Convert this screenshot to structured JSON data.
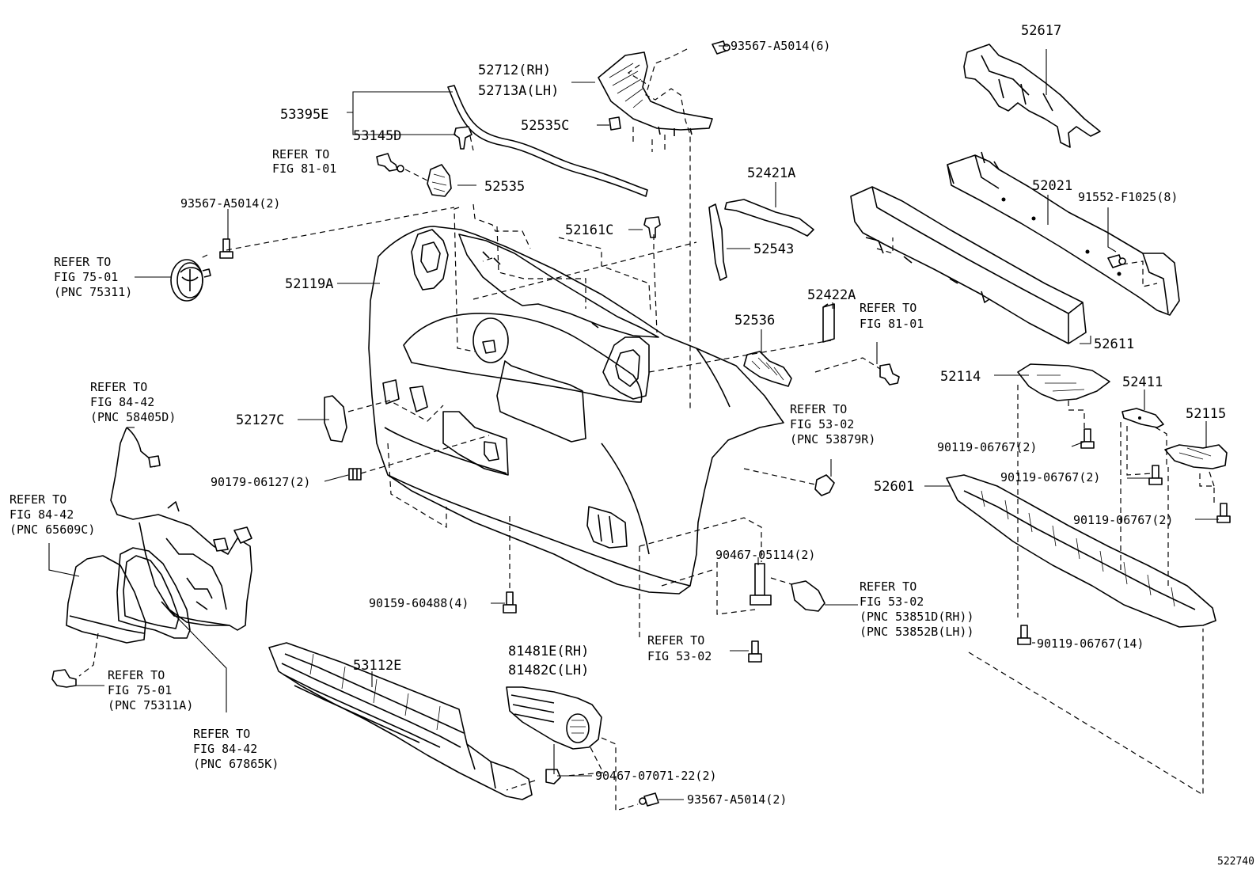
{
  "diagram_id": "522740",
  "parts": {
    "p52617": "52617",
    "p93567_a5014_6": "93567-A5014(6)",
    "p52712": "52712(RH)",
    "p52713a": "52713A(LH)",
    "p53395e": "53395E",
    "p53145d": "53145D",
    "p52535c": "52535C",
    "p52021": "52021",
    "p91552": "91552-F1025(8)",
    "p52535": "52535",
    "p52421a": "52421A",
    "p93567_a5014_2a": "93567-A5014(2)",
    "p52161c": "52161C",
    "p52543": "52543",
    "p52119a": "52119A",
    "p52422a": "52422A",
    "p52536": "52536",
    "p52611": "52611",
    "p52114": "52114",
    "p52411": "52411",
    "p52115": "52115",
    "p52127c": "52127C",
    "p90119_a": "90119-06767(2)",
    "p90119_b": "90119-06767(2)",
    "p90119_c": "90119-06767(2)",
    "p90179": "90179-06127(2)",
    "p52601": "52601",
    "p90467_05114": "90467-05114(2)",
    "p90159": "90159-60488(4)",
    "p90119_14": "90119-06767(14)",
    "p53112e": "53112E",
    "p81481e": "81481E(RH)",
    "p81482c": "81482C(LH)",
    "p90467_07071": "90467-07071-22(2)",
    "p93567_a5014_2b": "93567-A5014(2)"
  },
  "references": {
    "r_fig81_a_1": "REFER TO",
    "r_fig81_a_2": "FIG 81-01",
    "r_fig75_a_1": "REFER TO",
    "r_fig75_a_2": "FIG 75-01",
    "r_fig75_a_3": "(PNC 75311)",
    "r_fig81_b_1": "REFER TO",
    "r_fig81_b_2": "FIG 81-01",
    "r_fig84_a_1": "REFER TO",
    "r_fig84_a_2": "FIG 84-42",
    "r_fig84_a_3": "(PNC 58405D)",
    "r_fig53_a_1": "REFER TO",
    "r_fig53_a_2": "FIG 53-02",
    "r_fig53_a_3": "(PNC 53879R)",
    "r_fig84_b_1": "REFER TO",
    "r_fig84_b_2": "FIG 84-42",
    "r_fig84_b_3": "(PNC 65609C)",
    "r_fig53_b_1": "REFER TO",
    "r_fig53_b_2": "FIG 53-02",
    "r_fig53_b_3": "(PNC 53851D(RH))",
    "r_fig53_b_4": "(PNC 53852B(LH))",
    "r_fig53_c_1": "REFER TO",
    "r_fig53_c_2": "FIG 53-02",
    "r_fig75_b_1": "REFER TO",
    "r_fig75_b_2": "FIG 75-01",
    "r_fig75_b_3": "(PNC 75311A)",
    "r_fig84_c_1": "REFER TO",
    "r_fig84_c_2": "FIG 84-42",
    "r_fig84_c_3": "(PNC 67865K)"
  }
}
